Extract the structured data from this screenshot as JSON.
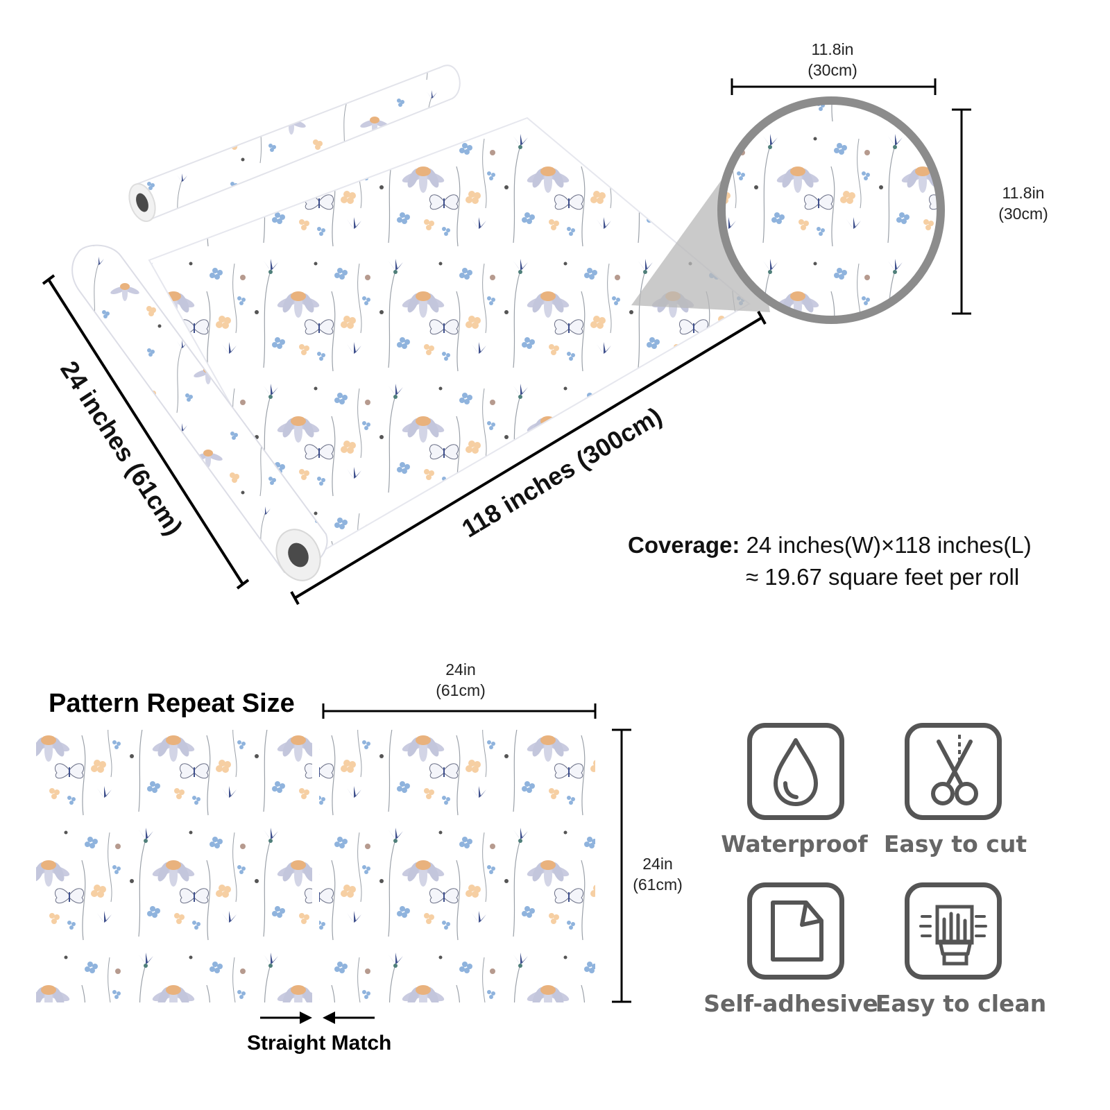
{
  "roll": {
    "width_label": "24 inches (61cm)",
    "length_label": "118 inches (300cm)"
  },
  "magnifier": {
    "top_dim": {
      "line1": "11.8in",
      "line2": "(30cm)"
    },
    "right_dim": {
      "line1": "11.8in",
      "line2": "(30cm)"
    }
  },
  "coverage": {
    "label": "Coverage:",
    "line1": "24 inches(W)×118 inches(L)",
    "line2": "≈ 19.67 square feet per roll"
  },
  "pattern": {
    "title": "Pattern Repeat Size",
    "top_dim": {
      "line1": "24in",
      "line2": "(61cm)"
    },
    "right_dim": {
      "line1": "24in",
      "line2": "(61cm)"
    },
    "match_label": "Straight Match"
  },
  "features": [
    {
      "label": "Waterproof",
      "icon": "water-drop-icon"
    },
    {
      "label": "Easy to cut",
      "icon": "scissors-icon"
    },
    {
      "label": "Self-adhesive",
      "icon": "peel-sheet-icon"
    },
    {
      "label": "Easy to clean",
      "icon": "wipe-hand-icon"
    }
  ],
  "colors": {
    "navy_flower": "#3e4f8c",
    "light_blue_flower": "#8fb3dd",
    "peach_flower": "#f6cfa3",
    "daisy_petal": "#c9cbe0",
    "daisy_center": "#e9b27d",
    "icon_gray": "#555555"
  }
}
